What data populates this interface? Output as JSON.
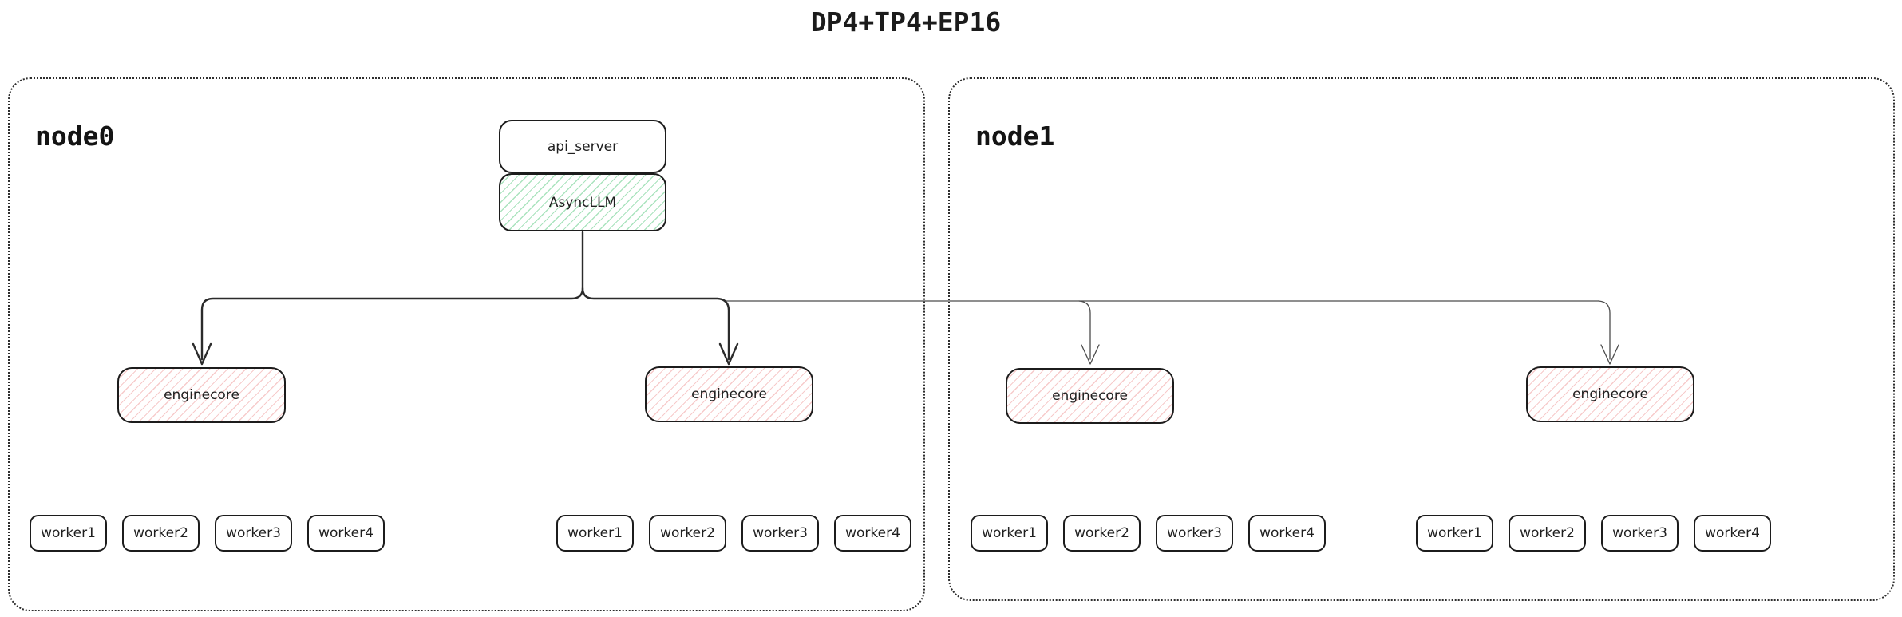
{
  "title": "DP4+TP4+EP16",
  "colors": {
    "background": "#ffffff",
    "line_black": "#1c1c1c",
    "thin_line_gray": "#4c4c4c",
    "asyncllm_hatch_green": "#55c87d",
    "enginecore_hatch_red": "#eb7d7d"
  },
  "api_server": {
    "label": "api_server"
  },
  "async_llm": {
    "label": "AsyncLLM"
  },
  "nodes": [
    {
      "label": "node0",
      "enginecores": [
        {
          "label": "enginecore",
          "workers": [
            "worker1",
            "worker2",
            "worker3",
            "worker4"
          ]
        },
        {
          "label": "enginecore",
          "workers": [
            "worker1",
            "worker2",
            "worker3",
            "worker4"
          ]
        }
      ]
    },
    {
      "label": "node1",
      "enginecores": [
        {
          "label": "enginecore",
          "workers": [
            "worker1",
            "worker2",
            "worker3",
            "worker4"
          ]
        },
        {
          "label": "enginecore",
          "workers": [
            "worker1",
            "worker2",
            "worker3",
            "worker4"
          ]
        }
      ]
    }
  ]
}
